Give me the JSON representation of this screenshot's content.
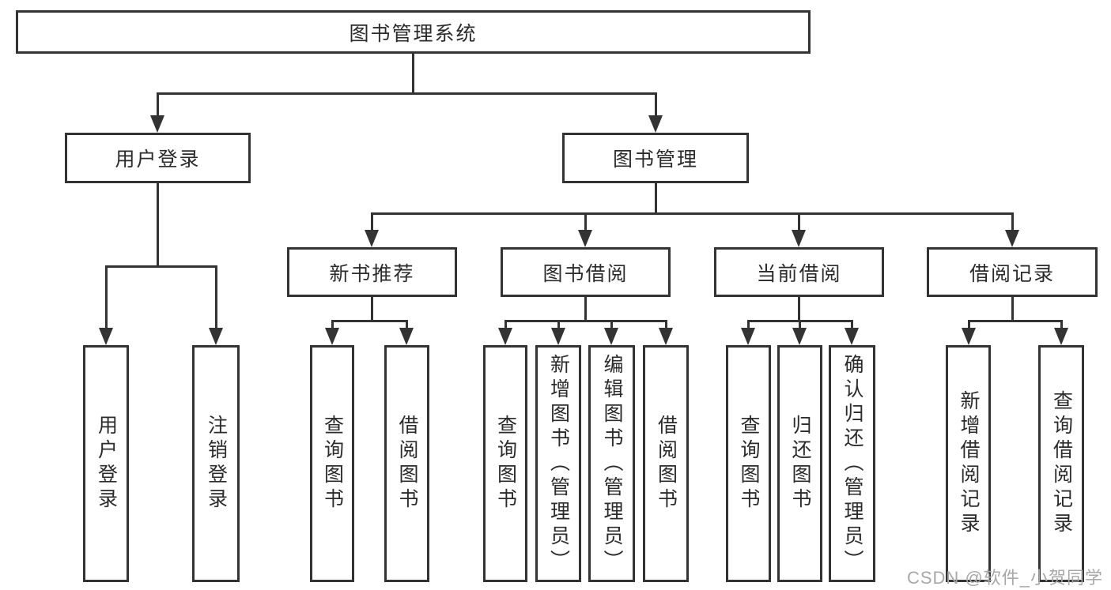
{
  "diagram": {
    "root": {
      "label": "图书管理系统"
    },
    "branches": [
      {
        "label": "用户登录",
        "children": [
          "用户登录",
          "注销登录"
        ]
      },
      {
        "label": "图书管理"
      }
    ],
    "modules": [
      {
        "label": "新书推荐",
        "children": [
          "查询图书",
          "借阅图书"
        ]
      },
      {
        "label": "图书借阅",
        "children": [
          "查询图书",
          "新增图书（管理员）",
          "编辑图书（管理员）",
          "借阅图书"
        ]
      },
      {
        "label": "当前借阅",
        "children": [
          "查询图书",
          "归还图书",
          "确认归还（管理员）"
        ]
      },
      {
        "label": "借阅记录",
        "children": [
          "新增借阅记录",
          "查询借阅记录"
        ]
      }
    ]
  },
  "watermark": "CSDN @软件_小贺同学",
  "colors": {
    "line": "#333333",
    "text": "#2b2b2b",
    "watermark": "#a8a8a8",
    "background": "#ffffff"
  }
}
